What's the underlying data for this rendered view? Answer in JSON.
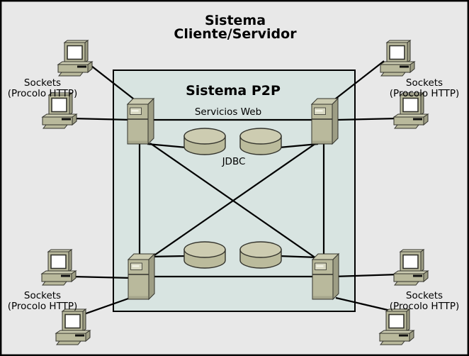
{
  "title": {
    "line1": "Sistema",
    "line2": "Cliente/Servidor"
  },
  "p2p_box": {
    "title": "Sistema P2P",
    "web_services_label": "Servicios Web",
    "jdbc_label": "JDBC"
  },
  "client_label": {
    "line1": "Sockets",
    "line2": "(Procolo HTTP)"
  },
  "colors": {
    "canvas_bg": "#e8e8e8",
    "p2p_bg": "#d8e4e1",
    "machine_face": "#b9b99c",
    "machine_top": "#cbcbb1",
    "machine_side": "#9e9e85",
    "machine_shadow": "#a6a68c",
    "slot_light": "#d9d9c3",
    "slot_dark": "#111111",
    "db_top": "#cdccb1",
    "db_body": "#bbbb9c",
    "outline": "#33332c",
    "connection": "#000000",
    "screen": "#ffffff"
  }
}
